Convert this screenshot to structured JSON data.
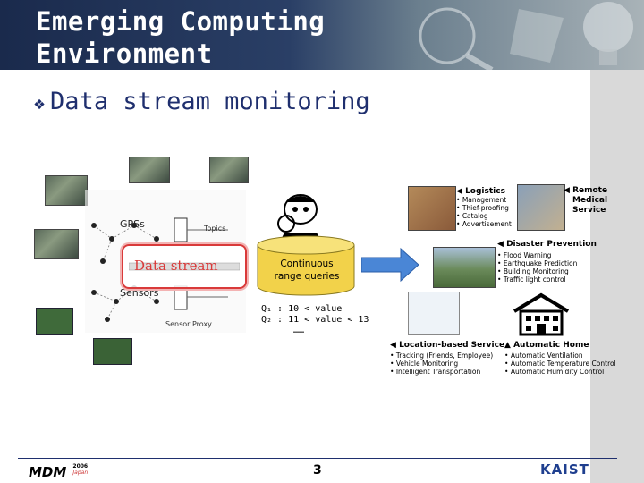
{
  "slide": {
    "title_line1": "Emerging Computing",
    "title_line2": "Environment",
    "bullet": "Data stream monitoring"
  },
  "network": {
    "gpss_label": "GPSs",
    "sensors_label": "Sensors",
    "topics_label": "Topics",
    "proxy_label": "Sensor Proxy",
    "stream_label": "Data stream"
  },
  "queries": {
    "cylinder_label": "Continuous range queries",
    "q1": "Q₁ : 10 < value",
    "q2": "Q₂ : 11 < value < 13",
    "ellipsis": "……"
  },
  "apps": {
    "logistics": {
      "title": "Logistics",
      "items": [
        "Management",
        "Thief-proofing",
        "Catalog",
        "Advertisement"
      ]
    },
    "remote": {
      "line1": "Remote",
      "line2": "Medical",
      "line3": "Service"
    },
    "disaster": {
      "title": "Disaster Prevention",
      "items": [
        "Flood Warning",
        "Earthquake Prediction",
        "Building Monitoring",
        "Traffic light control"
      ]
    },
    "location": {
      "title": "Location-based Service",
      "items": [
        "Tracking (Friends, Employee)",
        "Vehicle Monitoring",
        "Intelligent Transportation"
      ]
    },
    "home": {
      "title": "Automatic Home",
      "items": [
        "Automatic Ventilation",
        "Automatic Temperature Control",
        "Automatic Humidity Control"
      ]
    }
  },
  "footer": {
    "page": "3",
    "left_logo": "MDM",
    "left_year": "2006",
    "left_place": "Japan",
    "right_logo": "KAIST"
  },
  "colors": {
    "header_dark": "#1a2a4c",
    "bullet_text": "#1f2f6e",
    "stream_box": "#d93a3a",
    "cylinder": "#f2d24a",
    "arrow": "#4a86d6"
  }
}
